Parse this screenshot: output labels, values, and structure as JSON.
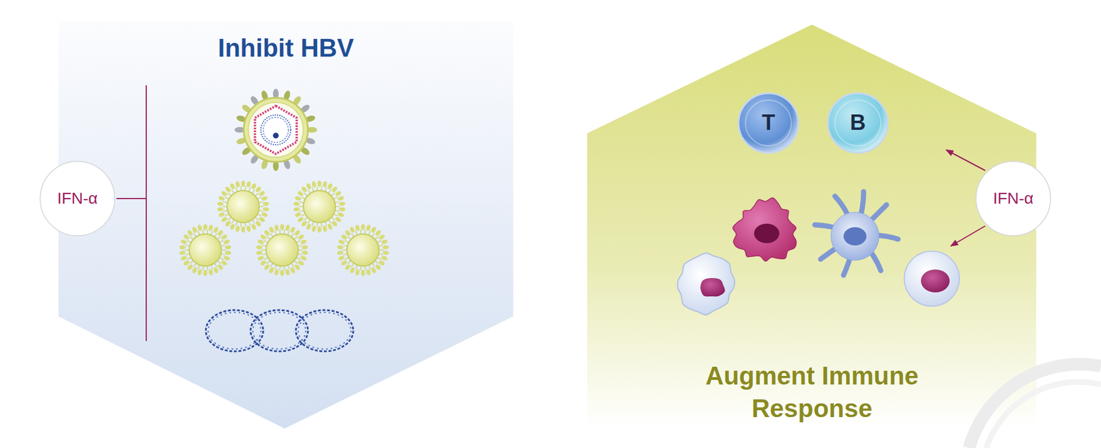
{
  "diagram": {
    "nodes": [
      {
        "text": [
          "Inhibit HBV"
        ]
      },
      {
        "text": [
          "IFN-α"
        ],
        "in": 0
      },
      {
        "text": [
          "Augment Immune Response"
        ]
      },
      {
        "text": [
          "T"
        ],
        "in": 2
      },
      {
        "text": [
          "B"
        ],
        "in": 2
      },
      {
        "text": [
          "IFN-α"
        ],
        "in": 2
      }
    ]
  }
}
